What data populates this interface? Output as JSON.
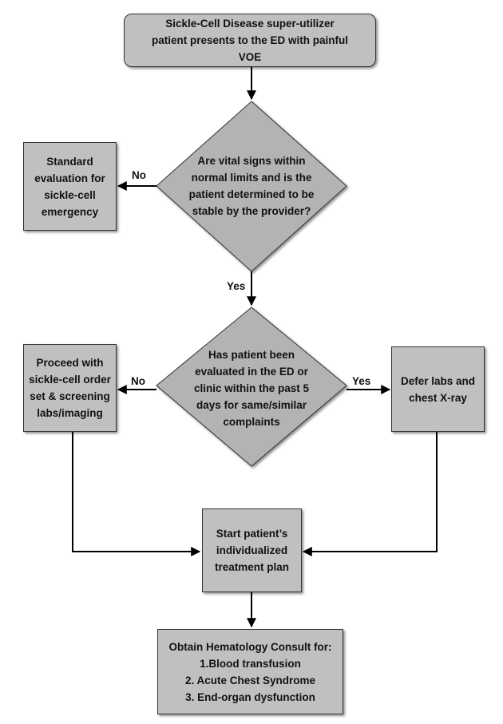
{
  "nodes": {
    "start": "Sickle-Cell Disease super-utilizer patient presents to the ED with painful VOE",
    "vitals_question": "Are vital signs within normal limits and is the patient determined to be stable by the provider?",
    "standard_eval": "Standard evaluation for sickle-cell emergency",
    "evaluated_question": "Has patient been evaluated in the ED or clinic within the past 5 days for same/similar complaints",
    "proceed": "Proceed with sickle-cell order set & screening labs/imaging",
    "defer": "Defer labs and chest X-ray",
    "treatment_plan": "Start patient’s individualized treatment plan",
    "consult": {
      "title": "Obtain Hematology Consult for:",
      "items": [
        "1.Blood transfusion",
        "2. Acute Chest Syndrome",
        "3. End-organ dysfunction"
      ]
    }
  },
  "edge_labels": {
    "vitals_no": "No",
    "vitals_yes": "Yes",
    "evaluated_no": "No",
    "evaluated_yes": "Yes"
  }
}
